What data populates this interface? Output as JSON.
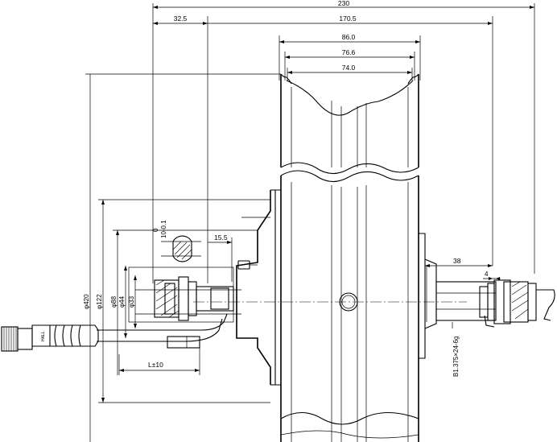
{
  "drawing": {
    "dimensions": {
      "overall_width": "230",
      "flange_offset": "32.5",
      "axle_to_flange": "170.5",
      "rim_outer_width": "86.0",
      "rim_mid_width": "76.6",
      "rim_inner_width": "74.0",
      "axle_flat": "10-0.1",
      "axle_flat_top": "0",
      "flat_length": "15.5",
      "axle_extension": "38",
      "washer_gap": "4",
      "cable_length": "L±10",
      "thread_spec": "B1.375×24-6g"
    },
    "diameters": [
      {
        "label": "φ420"
      },
      {
        "label": "φ122"
      },
      {
        "label": "φ88"
      },
      {
        "label": "φ44"
      },
      {
        "label": "φ33"
      }
    ],
    "connector_marking": "HALL"
  }
}
